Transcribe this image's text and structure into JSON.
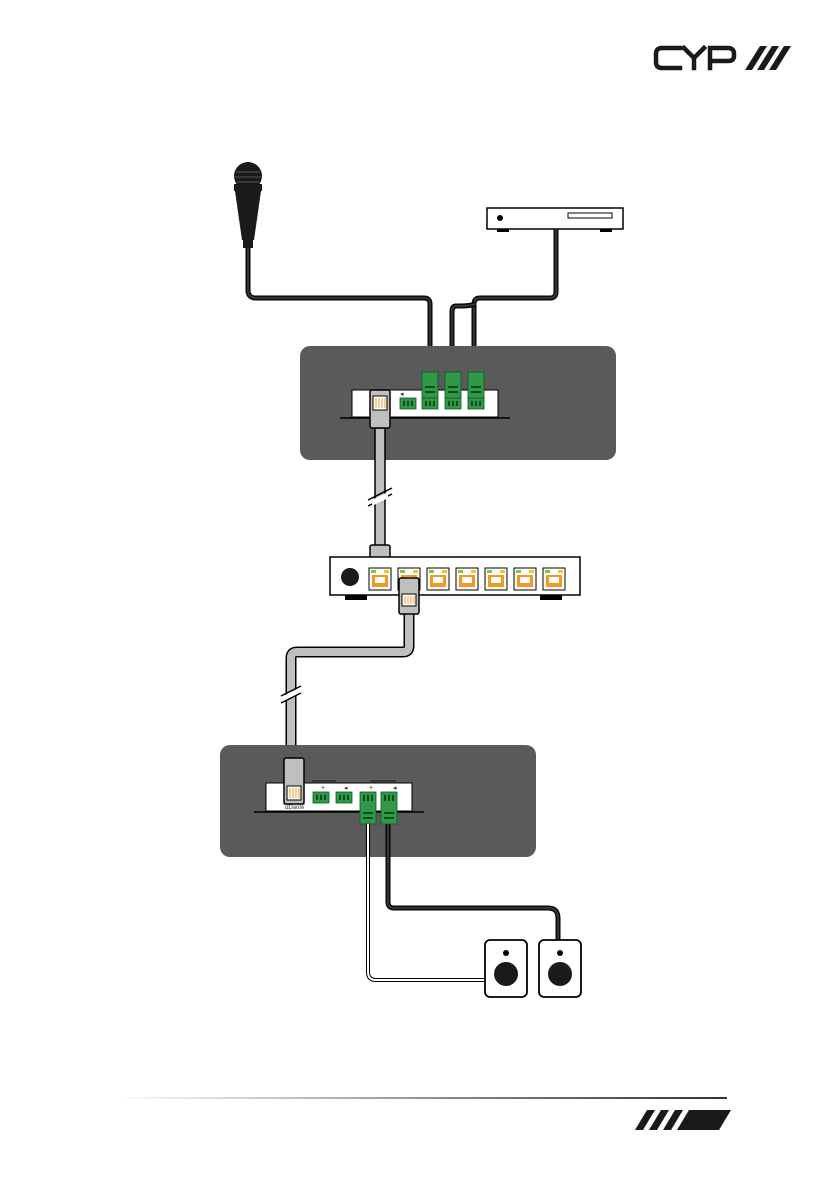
{
  "brand": {
    "name": "CYP",
    "logo_icon": "cyp-logo-icon",
    "footer_icon": "cyp-footer-slash-icon"
  },
  "colors": {
    "panel": "#5a5a5a",
    "device_face": "#ffffff",
    "terminal_green": "#2e9a48",
    "rj45_orange": "#f39a1e",
    "led_green": "#7ac943",
    "led_yellow": "#f2c81c",
    "cable_dark": "#222222",
    "cable_gray": "#bfbfbf",
    "line": "#000000"
  },
  "devices": {
    "microphone": {
      "icon": "microphone-icon"
    },
    "media_player": {
      "icon": "media-player-icon"
    },
    "encoder": {
      "icon": "dante-encoder-icon"
    },
    "network_switch": {
      "icon": "network-switch-icon",
      "port_count": 7
    },
    "decoder": {
      "icon": "dante-decoder-icon",
      "badge": "dDante"
    },
    "speakers": {
      "icon": "speaker-icon",
      "count": 2
    }
  }
}
